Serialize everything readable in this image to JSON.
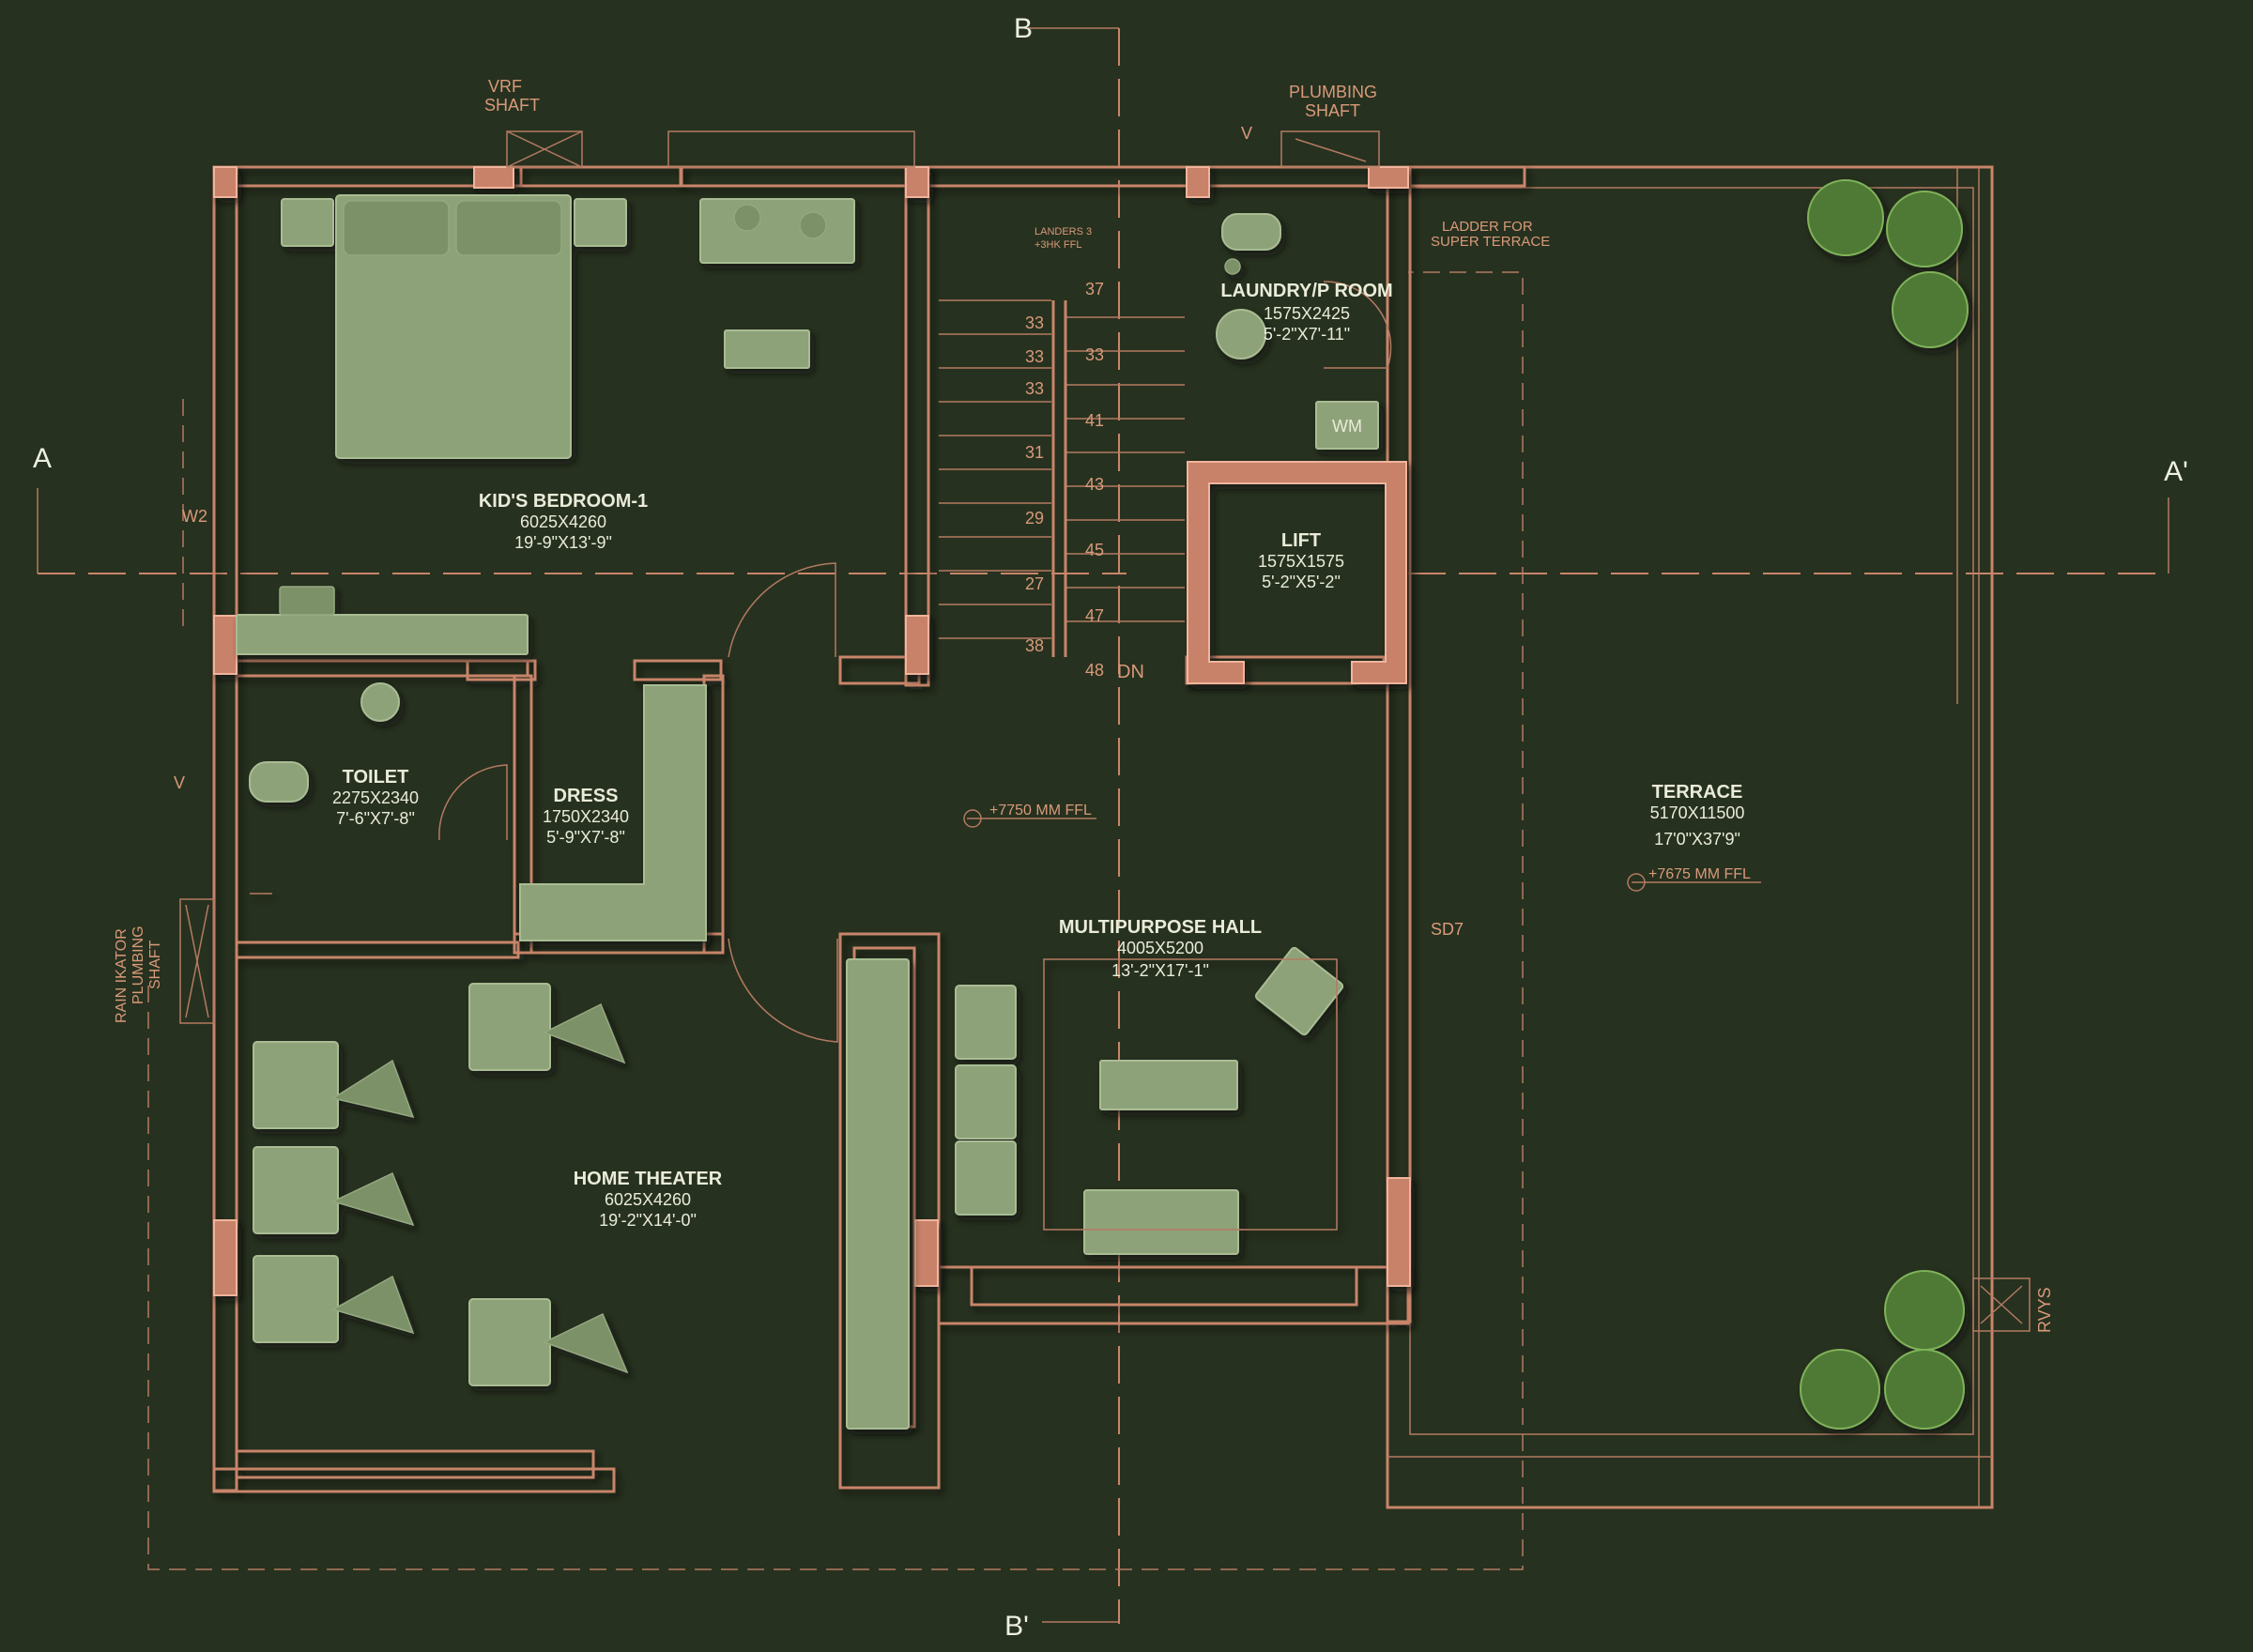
{
  "sections": {
    "a": "A",
    "a_prime": "A'",
    "b": "B",
    "b_prime": "B'"
  },
  "rooms": [
    {
      "key": "kids_bedroom",
      "name": "KID'S BEDROOM-1",
      "size_mm": "6025X4260",
      "size_ft": "19'-9\"X13'-9\""
    },
    {
      "key": "toilet",
      "name": "TOILET",
      "size_mm": "2275X2340",
      "size_ft": "7'-6\"X7'-8\""
    },
    {
      "key": "dress",
      "name": "DRESS",
      "size_mm": "1750X2340",
      "size_ft": "5'-9\"X7'-8\""
    },
    {
      "key": "laundry",
      "name": "LAUNDRY/P ROOM",
      "size_mm": "1575X2425",
      "size_ft": "5'-2\"X7'-11\""
    },
    {
      "key": "lift",
      "name": "LIFT",
      "size_mm": "1575X1575",
      "size_ft": "5'-2\"X5'-2\""
    },
    {
      "key": "home_theater",
      "name": "HOME THEATER",
      "size_mm": "6025X4260",
      "size_ft": "19'-2\"X14'-0\""
    },
    {
      "key": "multipurpose_hall",
      "name": "MULTIPURPOSE HALL",
      "size_mm": "4005X5200",
      "size_ft": "13'-2\"X17'-1\""
    },
    {
      "key": "terrace",
      "name": "TERRACE",
      "size_mm": "5170X11500",
      "size_ft": "17'0\"X37'9\""
    }
  ],
  "annotations": {
    "vrf_shaft_1": "VRF",
    "vrf_shaft_2": "SHAFT",
    "plumbing_shaft_1": "PLUMBING",
    "plumbing_shaft_2": "SHAFT",
    "ladder_1": "LADDER FOR",
    "ladder_2": "SUPER TERRACE",
    "rain_shaft_1": "RAIN IKATOR",
    "rain_shaft_2": "PLUMBING",
    "rain_shaft_3": "SHAFT",
    "window_w2": "W2",
    "v_left": "V",
    "v_top": "V",
    "wm": "WM",
    "dn": "DN",
    "sd7": "SD7",
    "rvys": "RVYS",
    "landing_1": "LANDERS 3",
    "landing_2": "+3HK FFL",
    "level_hall": "+7750 MM FFL",
    "level_terrace": "+7675 MM FFL"
  },
  "stair_left": [
    "33",
    "33",
    "33",
    "31",
    "29",
    "27",
    "38"
  ],
  "stair_right": [
    "37",
    "33",
    "41",
    "43",
    "45",
    "47",
    "48"
  ]
}
